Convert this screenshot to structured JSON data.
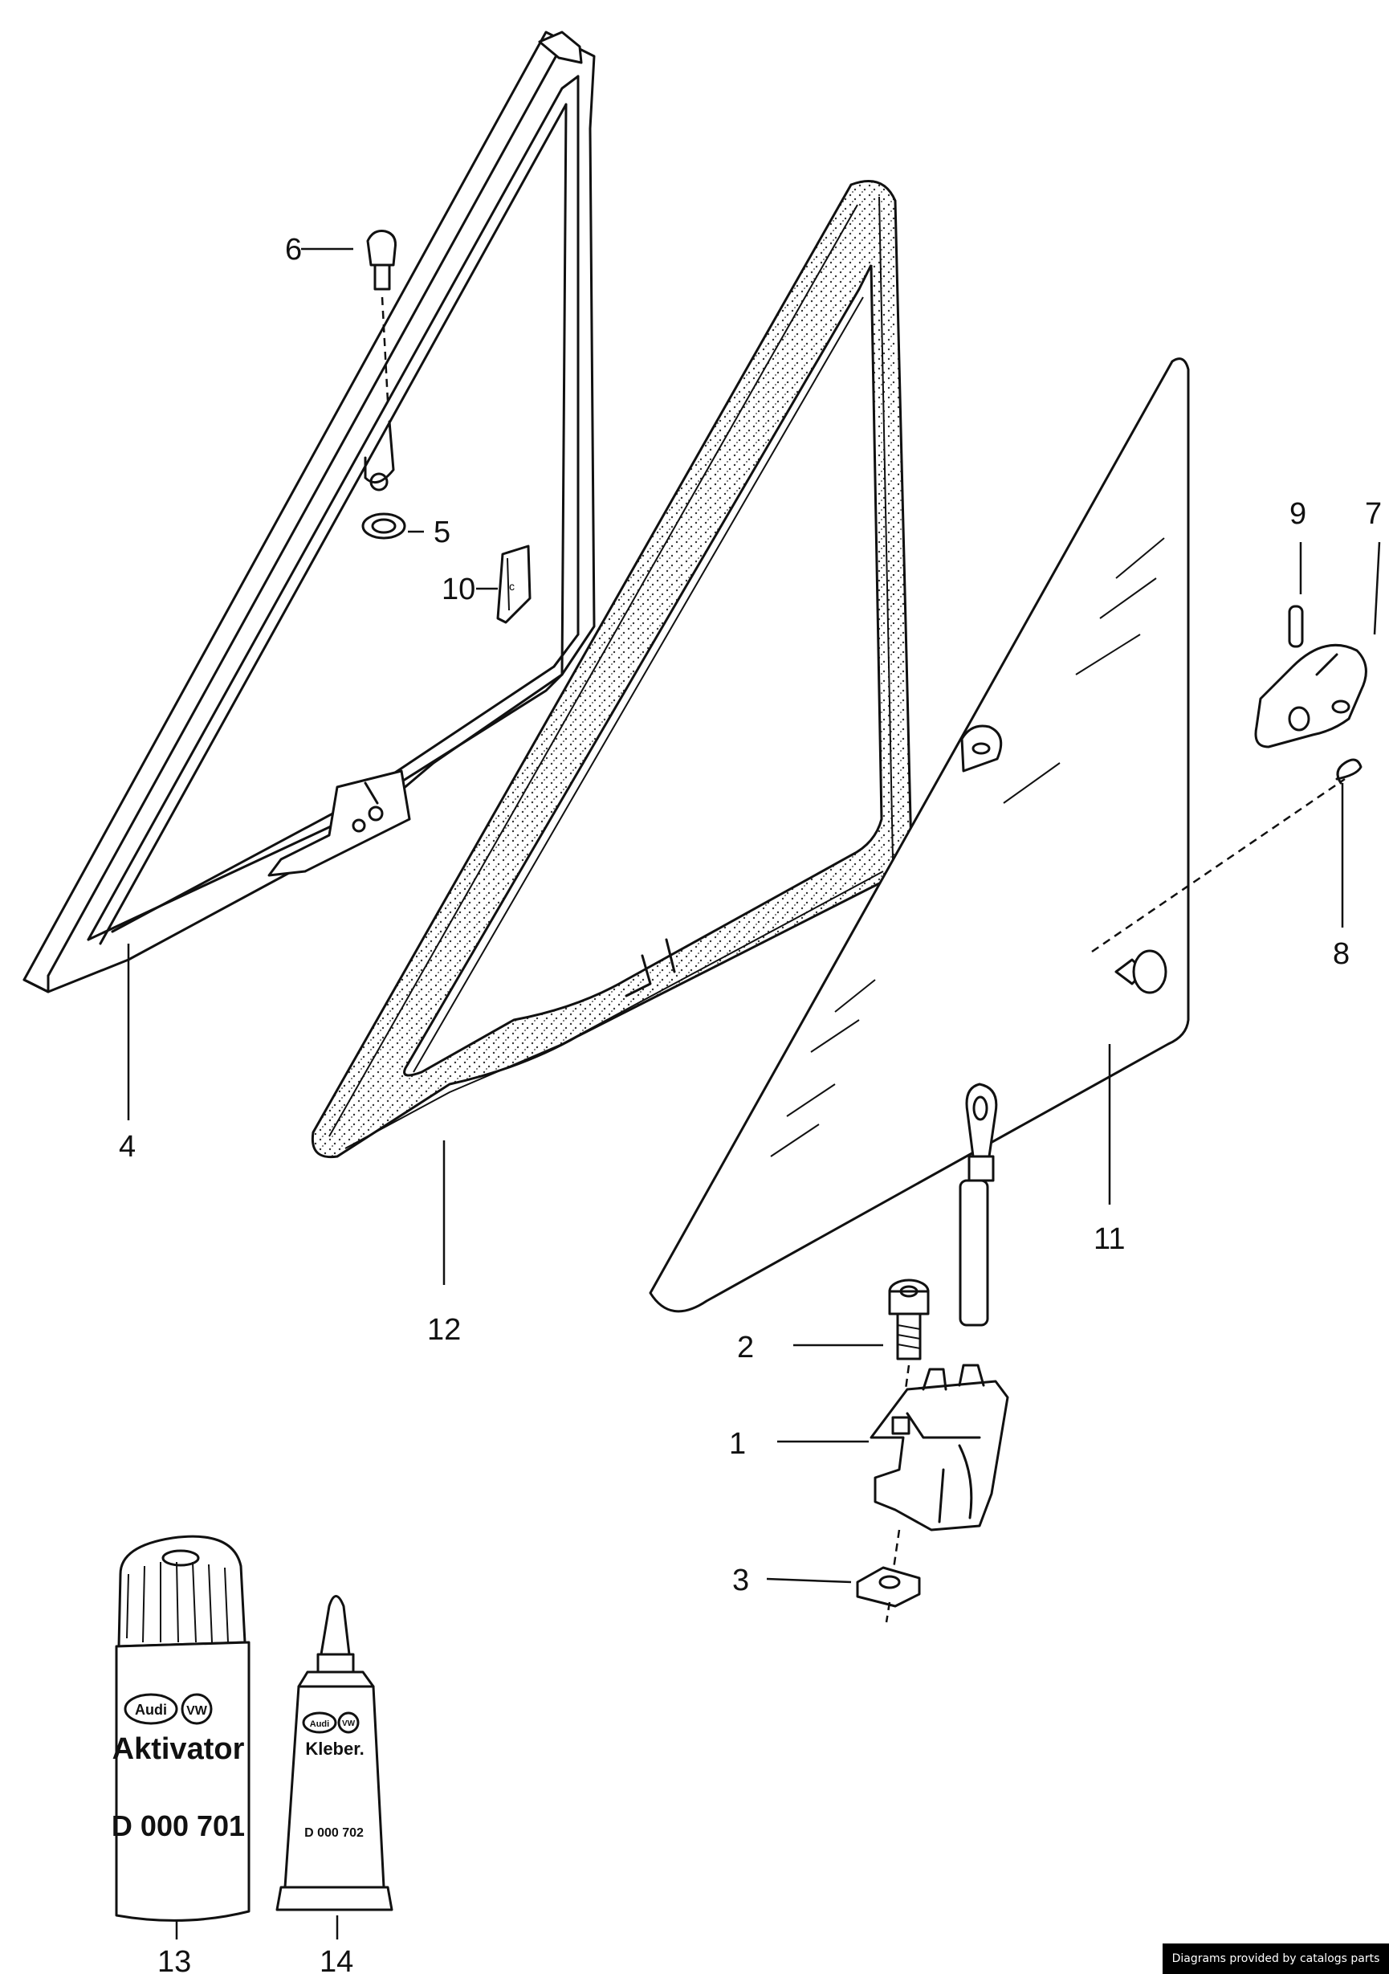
{
  "callouts": [
    {
      "id": "c1",
      "label": "1"
    },
    {
      "id": "c2",
      "label": "2"
    },
    {
      "id": "c3",
      "label": "3"
    },
    {
      "id": "c4",
      "label": "4"
    },
    {
      "id": "c5",
      "label": "5"
    },
    {
      "id": "c6",
      "label": "6"
    },
    {
      "id": "c7",
      "label": "7"
    },
    {
      "id": "c8",
      "label": "8"
    },
    {
      "id": "c9",
      "label": "9"
    },
    {
      "id": "c10",
      "label": "10"
    },
    {
      "id": "c11",
      "label": "11"
    },
    {
      "id": "c12",
      "label": "12"
    },
    {
      "id": "c13",
      "label": "13"
    },
    {
      "id": "c14",
      "label": "14"
    }
  ],
  "activator_tube": {
    "brand_left": "Audi",
    "brand_right": "VW",
    "product": "Aktivator",
    "part_number": "D 000 701"
  },
  "adhesive_tube": {
    "brand_left": "Audi",
    "brand_right": "VW",
    "product": "Kleber.",
    "part_number": "D 000 702"
  },
  "credit": "Diagrams provided by catalogs parts"
}
